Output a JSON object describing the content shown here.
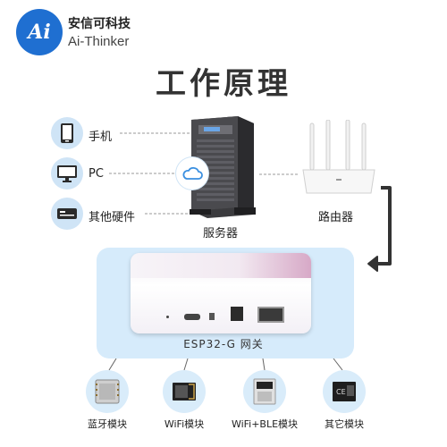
{
  "brand": {
    "logo_text": "Ai",
    "name_cn": "安信可科技",
    "name_en": "Ai-Thinker"
  },
  "title": "工作原理",
  "devices": [
    {
      "label": "手机",
      "icon": "phone-icon"
    },
    {
      "label": "PC",
      "icon": "monitor-icon"
    },
    {
      "label": "其他硬件",
      "icon": "hardware-icon"
    }
  ],
  "server": {
    "label": "服务器",
    "icon": "cloud-icon"
  },
  "router": {
    "label": "路由器"
  },
  "gateway": {
    "label": "ESP32-G 网关"
  },
  "modules": [
    {
      "label": "蓝牙模块"
    },
    {
      "label": "WiFi模块"
    },
    {
      "label": "WiFi+BLE模块"
    },
    {
      "label": "其它模块"
    }
  ],
  "colors": {
    "accent": "#1f6fd1",
    "icon_bg": "#cfe4f6",
    "panel_bg": "#d6ebfb",
    "arrow": "#333333"
  }
}
